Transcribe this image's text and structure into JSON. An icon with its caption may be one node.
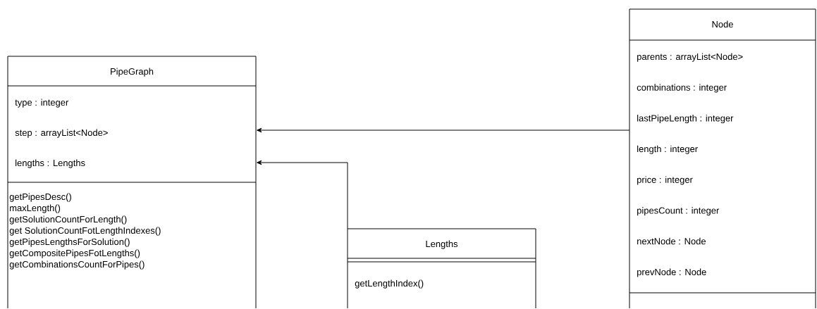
{
  "diagram": {
    "nodes": [
      {
        "text": [
          "PipeGraph",
          "type : integer",
          "step : arrayList<Node>",
          "lengths : Lengths",
          "getPipesDesc()",
          "maxLength()",
          "getSolutionCountForLength()",
          "get SolutionCountFotLengthIndexes()",
          "getPipesLengthsForSolution()",
          "getCompositePipesFotLengths()",
          "getCombinationsCountForPipes()"
        ]
      },
      {
        "text": [
          "Lengths",
          "getLengthIndex()"
        ]
      },
      {
        "text": [
          "Node",
          "parents : arrayList<Node>",
          "combinations : integer",
          "lastPipeLength : integer",
          "length : integer",
          "price : integer",
          "pipesCount : integer",
          "nextNode : Node",
          "prevNode : Node"
        ]
      }
    ],
    "edges": [
      {
        "from": 2,
        "to": 0,
        "arrow": "to"
      },
      {
        "from": 1,
        "to": 0,
        "arrow": "to"
      }
    ]
  }
}
